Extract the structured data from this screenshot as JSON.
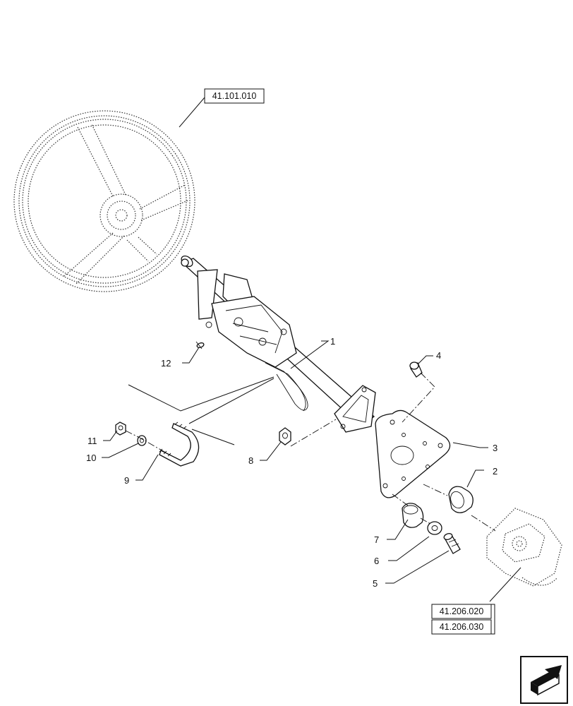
{
  "references": {
    "steering_wheel": "41.101.010",
    "valve_a": "41.206.020",
    "valve_b": "41.206.030"
  },
  "callouts": {
    "c1": "1",
    "c2": "2",
    "c3": "3",
    "c4": "4",
    "c5": "5",
    "c6": "6",
    "c7": "7",
    "c8": "8",
    "c9": "9",
    "c10": "10",
    "c11": "11",
    "c12": "12"
  },
  "icons": {
    "nav": "next-page-arrow-icon"
  }
}
